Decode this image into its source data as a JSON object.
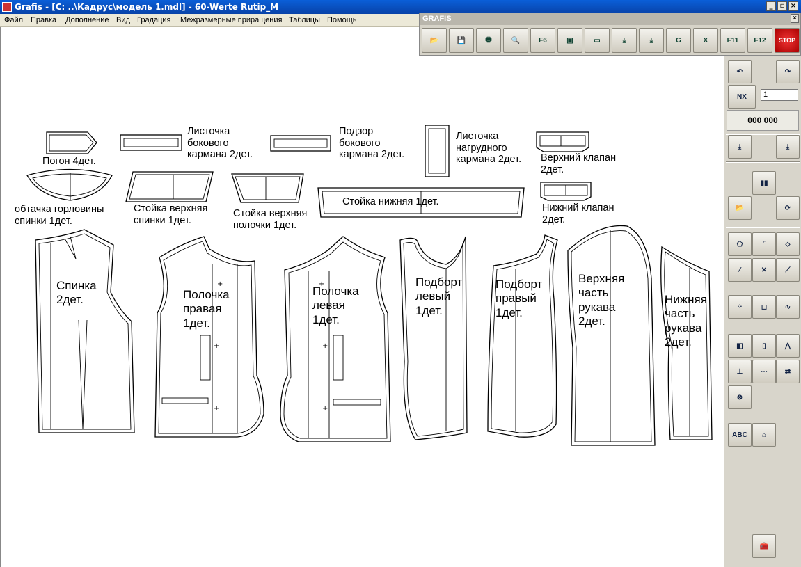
{
  "window": {
    "title": "Grafis - [C: ..\\Кадрус\\модель 1.mdl] - 60-Werte Rutip_M",
    "minimize": "_",
    "maximize": "▫",
    "close": "×"
  },
  "menu": [
    "Файл",
    "Правка",
    "Дополнение",
    "Вид",
    "Градация",
    "Межразмерные приращения",
    "Таблицы",
    "Помощь"
  ],
  "toolbar": {
    "caption": "GRAFIS",
    "close": "×",
    "buttons": [
      {
        "name": "open-folder-icon",
        "glyph": "📂"
      },
      {
        "name": "save-icon",
        "glyph": "💾"
      },
      {
        "name": "print-icon",
        "glyph": "🖶"
      },
      {
        "name": "zoom-icon",
        "glyph": "🔍"
      },
      {
        "name": "f6-fit-icon",
        "glyph": "F6"
      },
      {
        "name": "frame-icon",
        "glyph": "▣"
      },
      {
        "name": "measure-tape-icon",
        "glyph": "▭"
      },
      {
        "name": "download-icon",
        "glyph": "⤓"
      },
      {
        "name": "download-green-icon",
        "glyph": "⤓"
      },
      {
        "name": "g-table-icon",
        "glyph": "G"
      },
      {
        "name": "x-table-icon",
        "glyph": "X"
      },
      {
        "name": "f11-icon",
        "glyph": "F11"
      },
      {
        "name": "f12-icon",
        "glyph": "F12"
      },
      {
        "name": "stop-icon",
        "glyph": "STOP"
      }
    ]
  },
  "panel": {
    "nx_value": "1",
    "counter": "000 000",
    "icons": {
      "undo": "↶",
      "redo": "↷",
      "nx": "NX",
      "down_blue": "⤓",
      "down_green": "⤓",
      "figures": "▮▮",
      "open": "📂",
      "rotate": "⟳",
      "p1": "⬠",
      "p2": "⌜",
      "p3": "⬦",
      "p4": "⁄",
      "p5": "✕",
      "p6": "⟋",
      "p7": "⁘",
      "p8": "◻",
      "p9": "∿",
      "p10": "◧",
      "p11": "▯",
      "p12": "⋀",
      "p13": "⊥",
      "p14": "⋯",
      "p15": "⇄",
      "p16": "⊗",
      "p17": "ABC",
      "p18": "⌂",
      "bottom": "🧰"
    }
  },
  "labels": {
    "pogon": "Погон 4дет.",
    "listochka_bok": "Листочка\nбокового\nкармана 2дет.",
    "podzor": "Подзор\nбокового\nкармана 2дет.",
    "listochka_nag": "Листочка\nнагрудного\nкармана 2дет.",
    "klapan_verh": "Верхний клапан\n2дет.",
    "obtachka": "обтачка горловины\nспинки 1дет.",
    "stoika_verh_spinki": "Стойка верхняя\nспинки 1дет.",
    "stoika_verh_polochki": "Стойка верхняя\nполочки 1дет.",
    "stoika_nizh": "Стойка нижняя 1дет.",
    "klapan_nizh": "Нижний клапан\n2дет.",
    "spinka": "Спинка\n2дет.",
    "polochka_prav": "Полочка\nправая\n1дет.",
    "polochka_lev": "Полочка\nлевая\n1дет.",
    "podbort_lev": "Подборт\nлевый\n1дет.",
    "podbort_prav": "Подборт\nправый\n1дет.",
    "rukav_verh": "Верхняя\nчасть\nрукава\n2дет.",
    "rukav_nizh": "Нижняя\nчасть\nрукава\n2дет."
  }
}
